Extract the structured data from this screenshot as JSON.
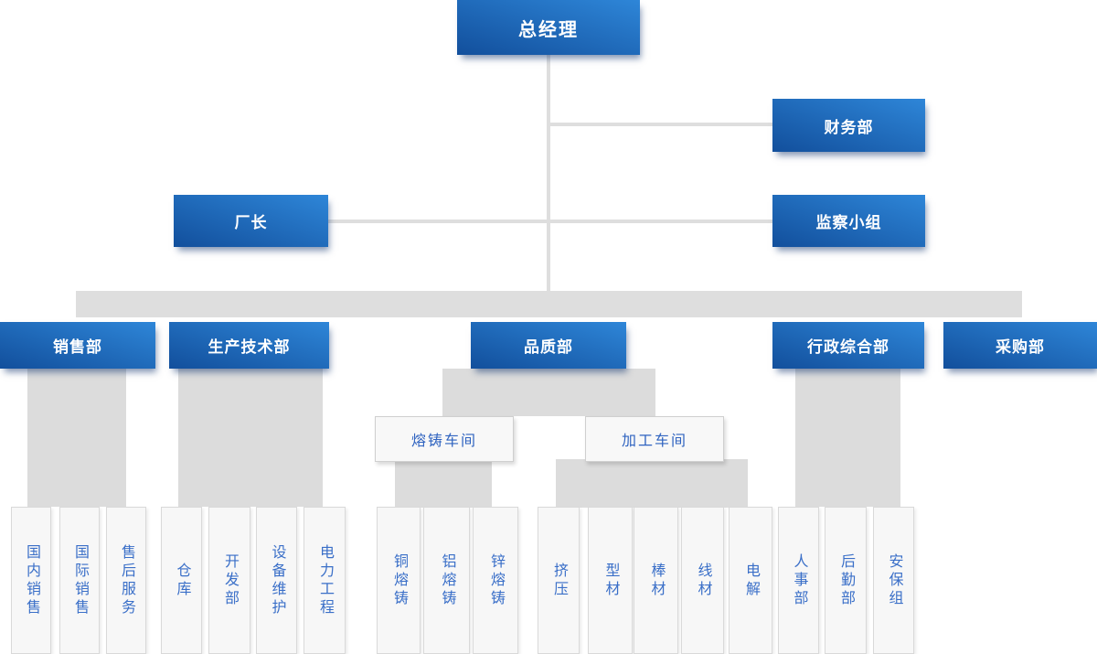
{
  "colors": {
    "box_gradient_dark": "#124f9c",
    "box_gradient_light": "#2e86d8",
    "box_text": "#ffffff",
    "connector_gray": "#dedede",
    "leaf_text_blue": "#3a6fc8",
    "workshop_text_blue": "#2f63c0"
  },
  "org": {
    "root": "总经理",
    "staff": {
      "finance": "财务部",
      "director": "厂长",
      "supervision": "监察小组"
    },
    "departments": {
      "sales": {
        "label": "销售部",
        "children": [
          "国内销售",
          "国际销售",
          "售后服务"
        ]
      },
      "production": {
        "label": "生产技术部",
        "children": [
          "仓库",
          "开发部",
          "设备维护",
          "电力工程"
        ]
      },
      "quality": {
        "label": "品质部",
        "workshops": {
          "casting": {
            "label": "熔铸车间",
            "children": [
              "铜熔铸",
              "铝熔铸",
              "锌熔铸"
            ]
          },
          "processing": {
            "label": "加工车间",
            "children": [
              "挤压",
              "型材",
              "棒材",
              "线材",
              "电解"
            ]
          }
        }
      },
      "admin": {
        "label": "行政综合部",
        "children": [
          "人事部",
          "后勤部",
          "安保组"
        ]
      },
      "purchasing": {
        "label": "采购部"
      }
    }
  }
}
